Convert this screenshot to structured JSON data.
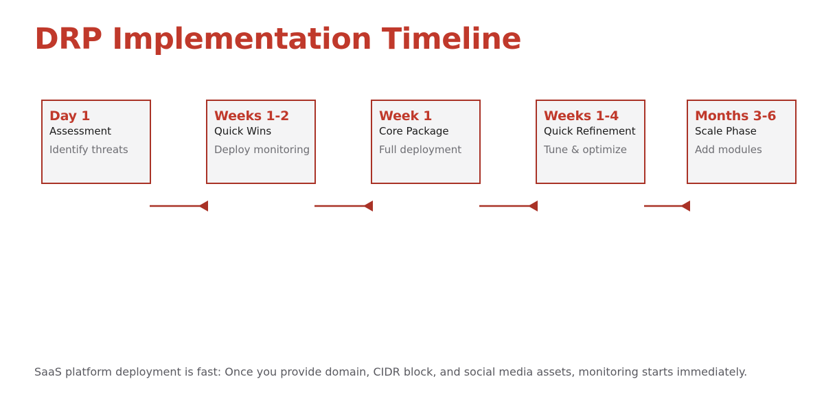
{
  "slide": {
    "title": "DRP Implementation Timeline",
    "background_color": "#FFFFFF",
    "accent_color": "#C0392B",
    "border_color": "#A93226",
    "card_background": "#F4F4F5"
  },
  "timeline": {
    "cards": [
      {
        "period": "Day 1",
        "phase": "Assessment",
        "detail": "Identify threats"
      },
      {
        "period": "Weeks 1-2",
        "phase": "Quick Wins",
        "detail": "Deploy monitoring"
      },
      {
        "period": "Week 1",
        "phase": "Core Package",
        "detail": "Full deployment"
      },
      {
        "period": "Weeks 1-4",
        "phase": "Quick Refinement",
        "detail": "Tune & optimize"
      },
      {
        "period": "Months 3-6",
        "phase": "Scale Phase",
        "detail": "Add modules"
      }
    ],
    "connectors": [
      {
        "name": "connector-arrow-1",
        "direction": "left"
      },
      {
        "name": "connector-arrow-2",
        "direction": "left"
      },
      {
        "name": "connector-arrow-3",
        "direction": "left"
      },
      {
        "name": "connector-arrow-4",
        "direction": "left"
      }
    ]
  },
  "footer": {
    "note": "SaaS platform deployment is fast: Once you provide domain, CIDR block, and social media assets, monitoring starts immediately."
  }
}
